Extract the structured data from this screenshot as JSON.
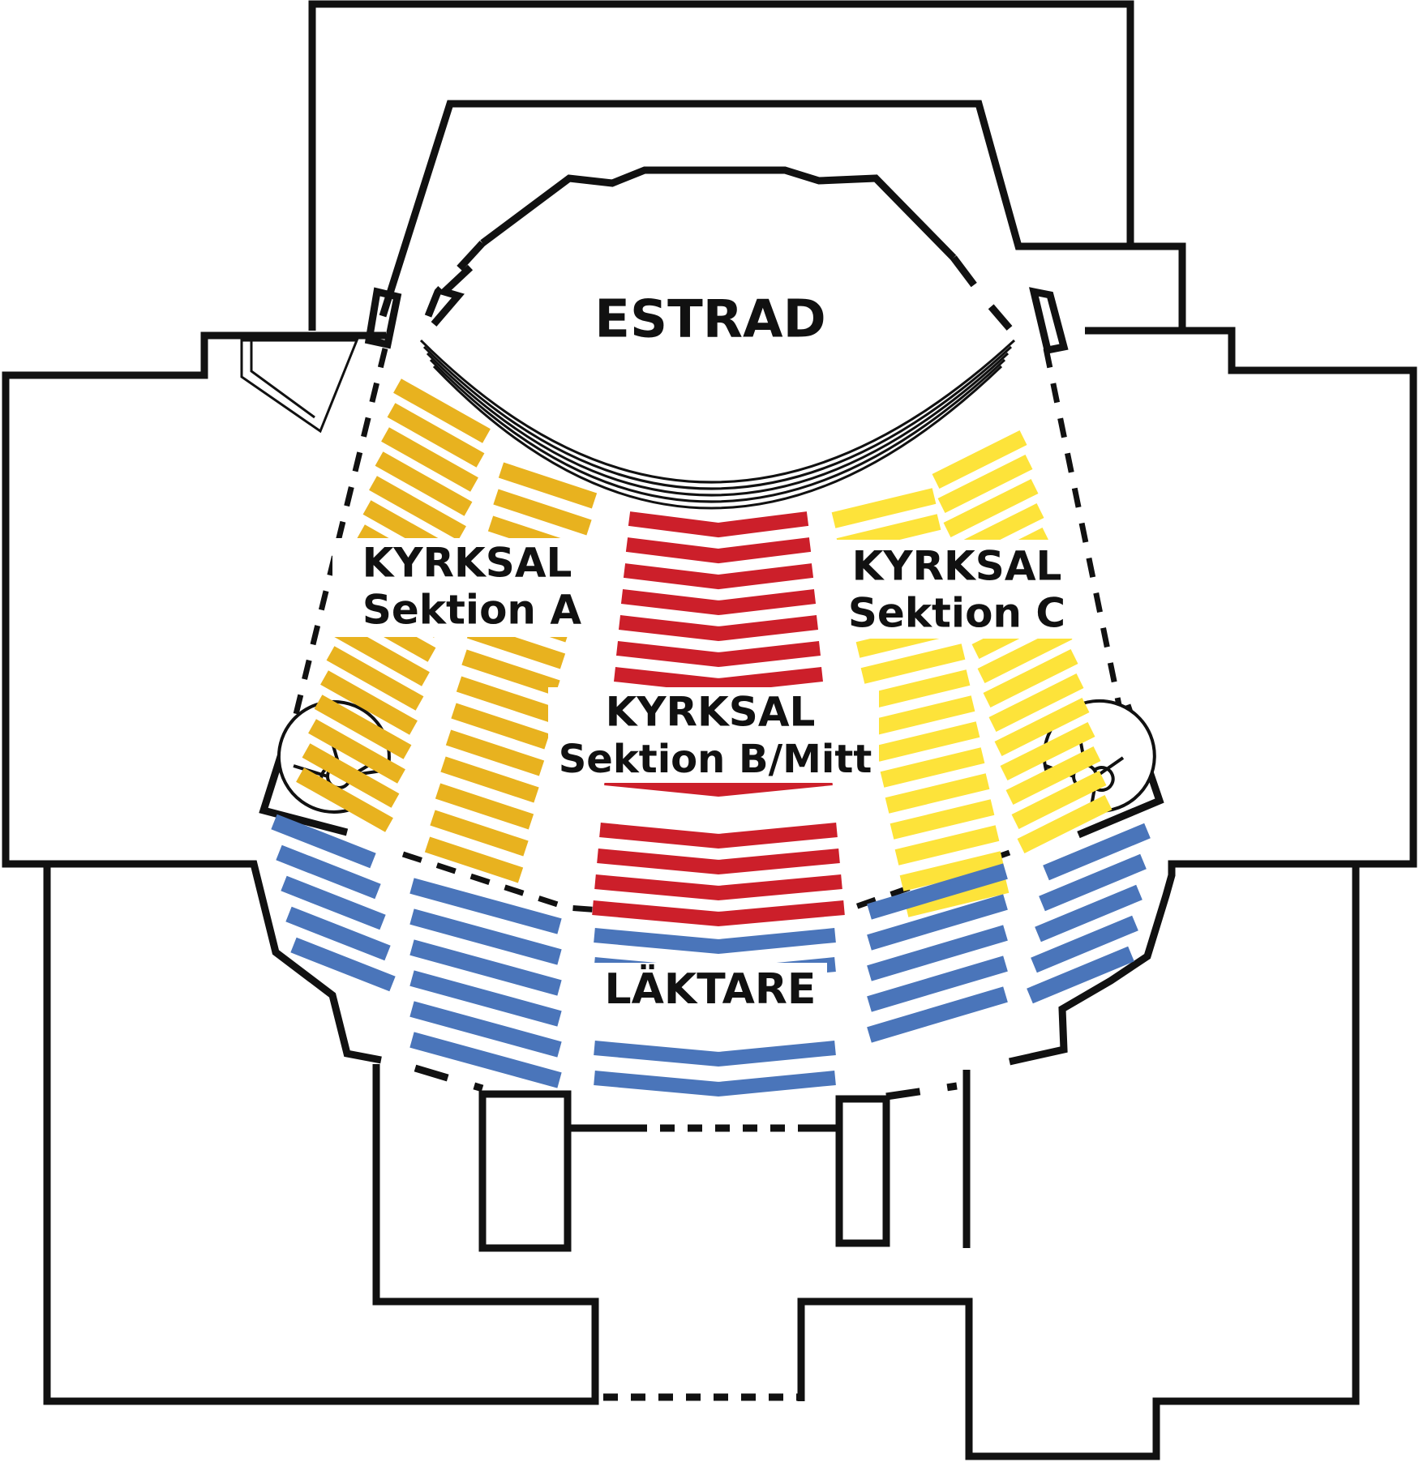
{
  "labels": {
    "stage": "ESTRAD",
    "section_a_title": "KYRKSAL",
    "section_a_sub": "Sektion A",
    "section_b_title": "KYRKSAL",
    "section_b_sub": "Sektion B/Mitt",
    "section_c_title": "KYRKSAL",
    "section_c_sub": "Sektion C",
    "balcony": "LÄKTARE"
  },
  "colors": {
    "section_a": "#e8b21f",
    "section_b": "#cc1f2a",
    "section_c": "#fde33a",
    "balcony": "#4a75ba",
    "walls": "#111111",
    "background": "#ffffff"
  }
}
